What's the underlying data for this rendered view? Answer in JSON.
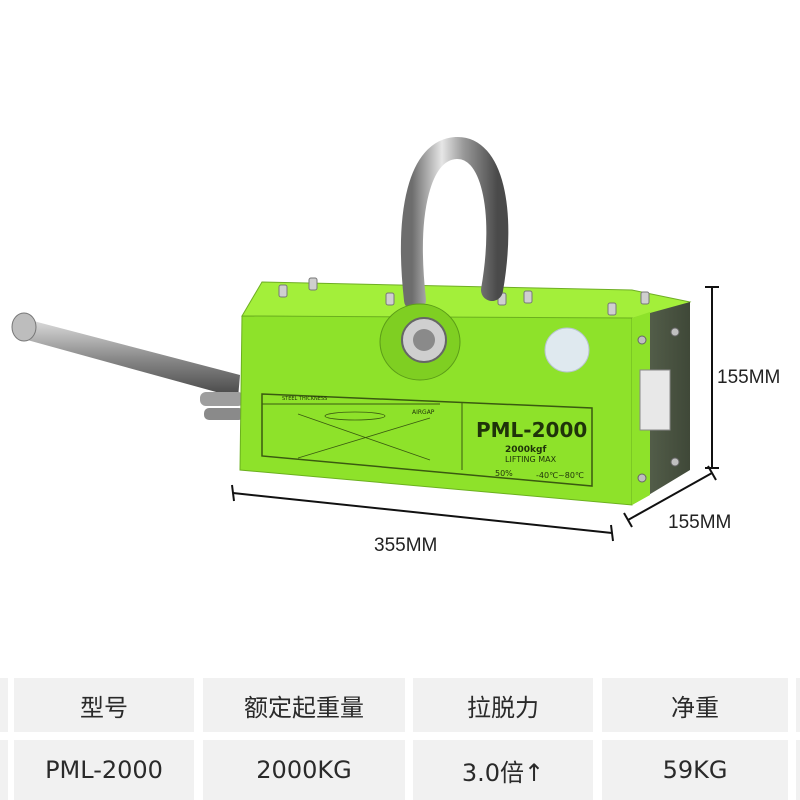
{
  "product": {
    "model_plate": "PML-2000",
    "plate_capacity": "2000kgf",
    "plate_lifting": "LIFTING MAX",
    "plate_percent": "50%",
    "plate_temp": "-40℃~80℃",
    "plate_airgap": "AIRGAP",
    "plate_steel": "STEEL THICKNESS",
    "body_color": "#8ee22a",
    "body_top_color": "#a3ef3a",
    "body_side_color": "#5d6b4e"
  },
  "dimensions": {
    "height": "155MM",
    "width": "355MM",
    "depth": "155MM"
  },
  "specs": {
    "headers": [
      "型号",
      "额定起重量",
      "拉脱力",
      "净重"
    ],
    "values": [
      "PML-2000",
      "2000KG",
      "3.0倍↑",
      "59KG"
    ]
  }
}
